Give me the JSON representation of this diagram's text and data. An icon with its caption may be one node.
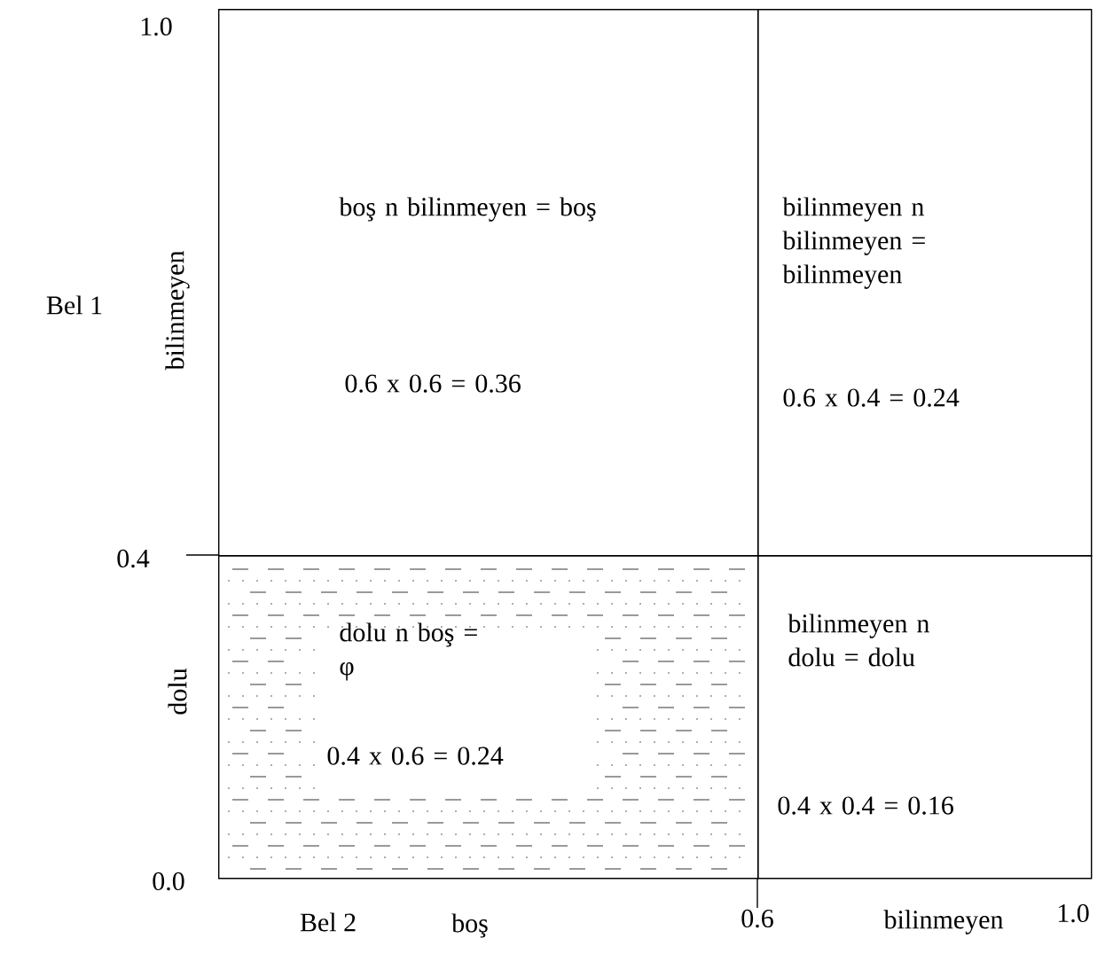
{
  "diagram": {
    "nodes": [
      {
        "text": [
          "boş n bilinmeyen = boş",
          "0.6 x 0.6 = 0.36"
        ]
      },
      {
        "text": [
          "bilinmeyen n bilinmeyen = bilinmeyen",
          "0.6 x 0.4 = 0.24"
        ]
      },
      {
        "text": [
          "dolu n boş = φ",
          "0.4 x 0.6 = 0.24"
        ]
      },
      {
        "text": [
          "bilinmeyen n dolu = dolu",
          "0.4 x 0.4 = 0.16"
        ]
      }
    ],
    "labels": [
      "1.0",
      "bilinmeyen",
      "Bel 1",
      "0.4",
      "dolu",
      "0.0",
      "Bel 2",
      "boş",
      "0.6",
      "bilinmeyen",
      "1.0"
    ]
  }
}
